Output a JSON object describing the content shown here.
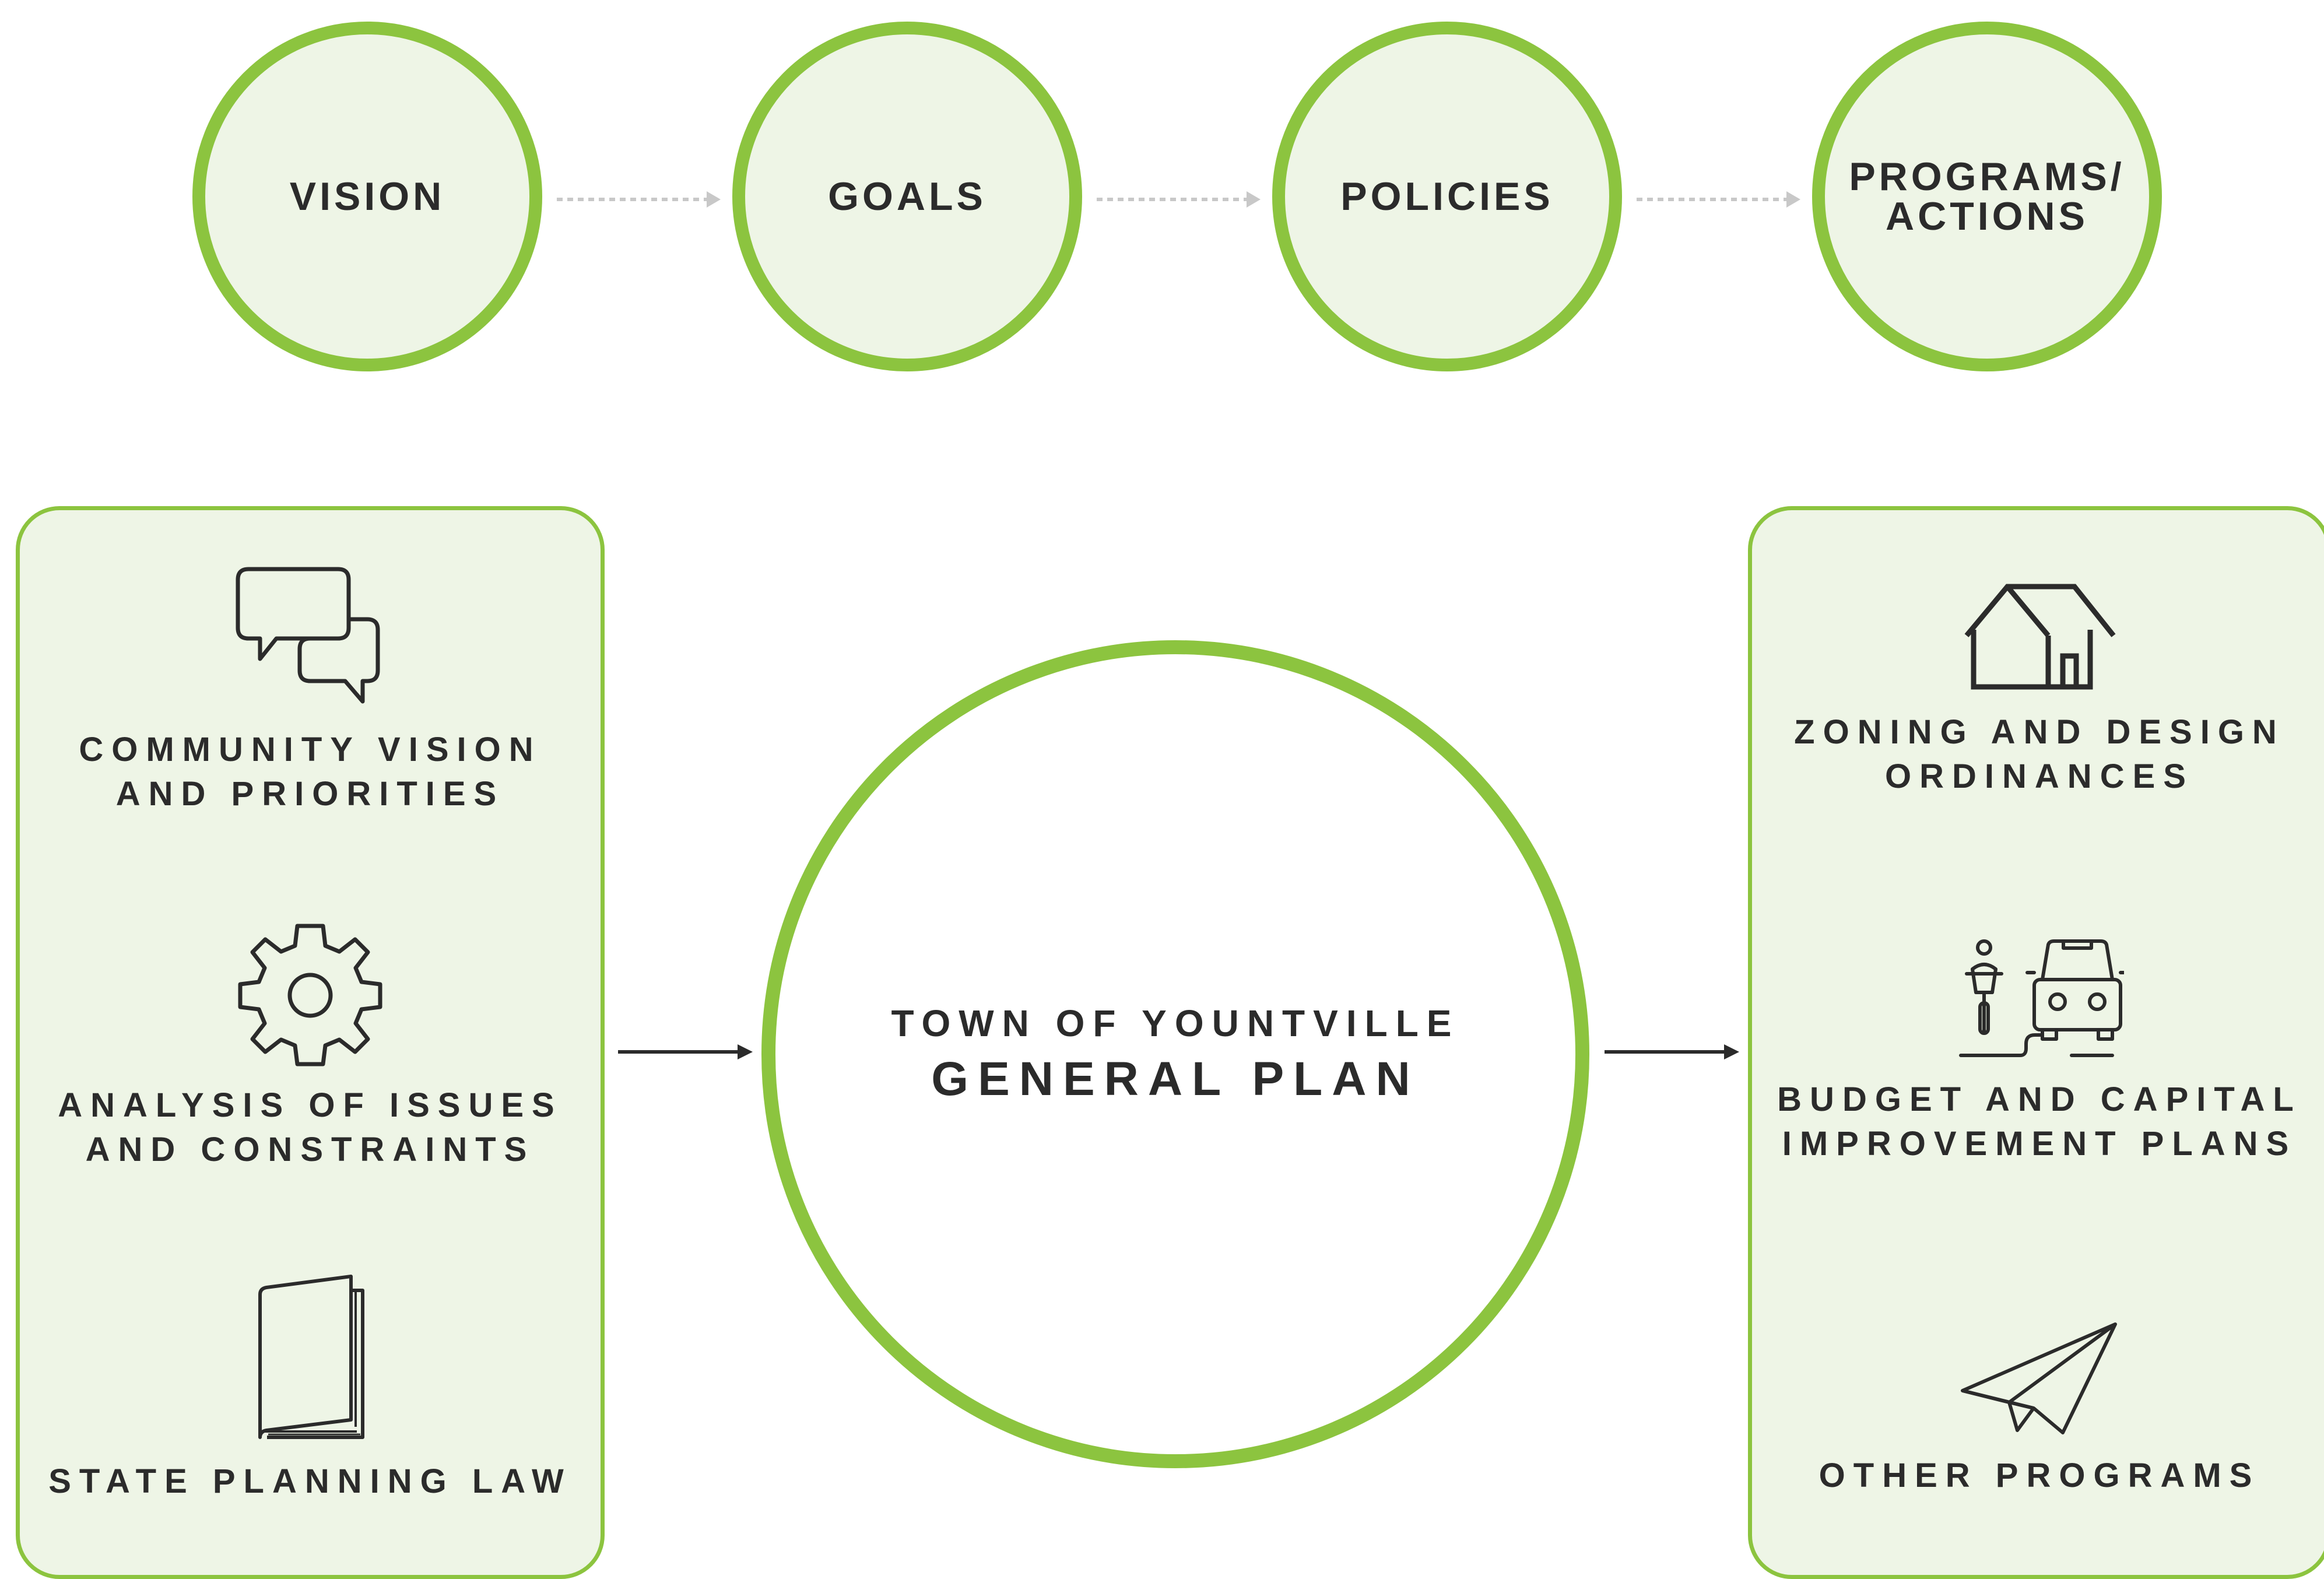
{
  "colors": {
    "accent_green": "#8cc43f",
    "panel_fill": "#eef5e6",
    "text_dark": "#2b2b2b"
  },
  "flow_steps": [
    {
      "label": "VISION"
    },
    {
      "label": "GOALS"
    },
    {
      "label": "POLICIES"
    },
    {
      "label": "PROGRAMS/\nACTIONS"
    }
  ],
  "inputs_panel": {
    "items": [
      {
        "icon": "speech-bubbles-icon",
        "label": "COMMUNITY VISION\nAND PRIORITIES"
      },
      {
        "icon": "gear-icon",
        "label": "ANALYSIS OF ISSUES\nAND CONSTRAINTS"
      },
      {
        "icon": "book-icon",
        "label": "STATE PLANNING LAW"
      }
    ]
  },
  "center": {
    "line1": "TOWN OF YOUNTVILLE",
    "line2": "GENERAL PLAN"
  },
  "outputs_panel": {
    "items": [
      {
        "icon": "house-icon",
        "label": "ZONING AND DESIGN\nORDINANCES"
      },
      {
        "icon": "bike-and-car-icon",
        "label": "BUDGET AND CAPITAL\nIMPROVEMENT PLANS"
      },
      {
        "icon": "paper-plane-icon",
        "label": "OTHER PROGRAMS"
      }
    ]
  }
}
